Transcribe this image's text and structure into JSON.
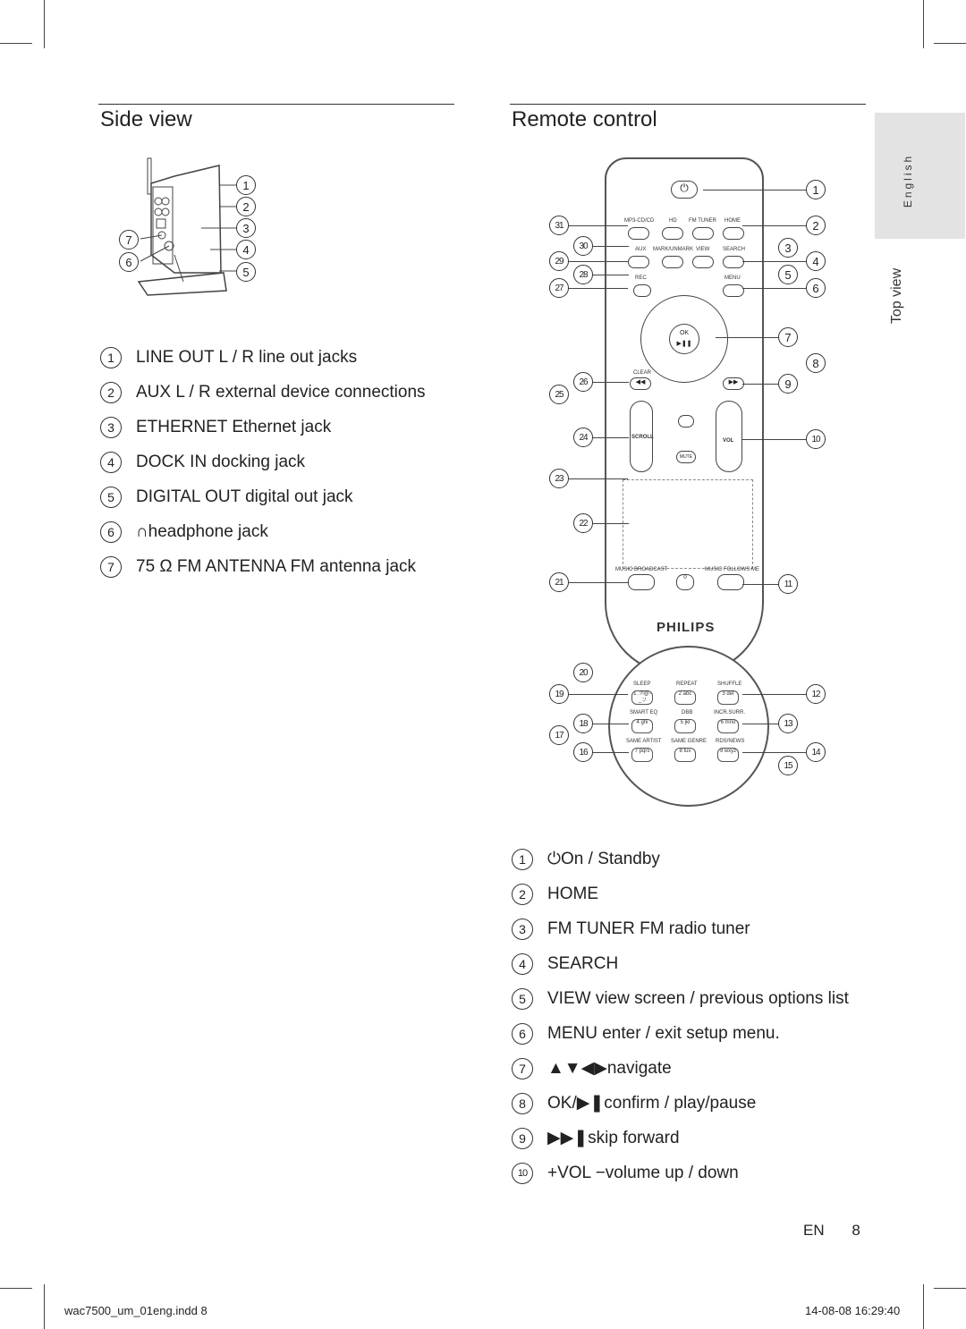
{
  "side_view": {
    "title": "Side view",
    "items": [
      {
        "num": "1",
        "text": "LINE OUT L / R line out jacks"
      },
      {
        "num": "2",
        "text": "AUX L / R external device connections"
      },
      {
        "num": "3",
        "text": "ETHERNET Ethernet jack"
      },
      {
        "num": "4",
        "text": "DOCK IN docking jack"
      },
      {
        "num": "5",
        "text": "DIGITAL OUT digital out jack"
      },
      {
        "num": "6",
        "text": "∩headphone jack"
      },
      {
        "num": "7",
        "text": "75 Ω FM ANTENNA FM antenna jack"
      }
    ],
    "callouts": [
      "1",
      "2",
      "3",
      "4",
      "5",
      "6",
      "7"
    ]
  },
  "remote": {
    "title": "Remote control",
    "items": [
      {
        "num": "1",
        "text": "⏻On / Standby"
      },
      {
        "num": "2",
        "text": "HOME"
      },
      {
        "num": "3",
        "text": "FM TUNER FM radio tuner"
      },
      {
        "num": "4",
        "text": "SEARCH"
      },
      {
        "num": "5",
        "text": "VIEW view screen / previous options list"
      },
      {
        "num": "6",
        "text": "MENU enter / exit setup menu."
      },
      {
        "num": "7",
        "text": "▲▼◀▶navigate"
      },
      {
        "num": "8",
        "text": "OK/▶❚confirm / play/pause"
      },
      {
        "num": "9",
        "text": "▶▶❚skip forward"
      },
      {
        "num": "10",
        "text": "+VOL −volume up / down"
      }
    ],
    "buttons": {
      "row1": [
        "MP3-CD/CD",
        "HD",
        "FM TUNER",
        "HOME"
      ],
      "row2": [
        "AUX",
        "MARK/UNMARK",
        "VIEW",
        "SEARCH"
      ],
      "rec": "REC",
      "menu": "MENU",
      "ok": "OK",
      "clear": "CLEAR",
      "scroll": "SCROLL",
      "vol": "VOL",
      "mute": "MUTE",
      "music_broadcast": "MUSIC BROADCAST",
      "music_follows_me": "MUSIC FOLLOWS ME",
      "brand": "PHILIPS"
    },
    "keypad": {
      "row_labels": [
        [
          "SLEEP",
          "REPEAT",
          "SHUFFLE"
        ],
        [
          "SMART EQ",
          "DBB",
          "INCR.SURR."
        ],
        [
          "SAME ARTIST",
          "SAME GENRE",
          "RDS/NEWS"
        ]
      ],
      "keys": [
        [
          "1 .?!@-_:;/",
          "2 abc",
          "3 def"
        ],
        [
          "4 ghi",
          "5 jkl",
          "6 mno"
        ],
        [
          "7 pqrs",
          "8 tuv",
          "9 wxyz"
        ]
      ],
      "zero": "0"
    }
  },
  "sidebar": {
    "language": "English",
    "top_view": "Top view"
  },
  "footer": {
    "lang": "EN",
    "page": "8",
    "file": "wac7500_um_01eng.indd   8",
    "date": "14-08-08   16:29:40"
  }
}
